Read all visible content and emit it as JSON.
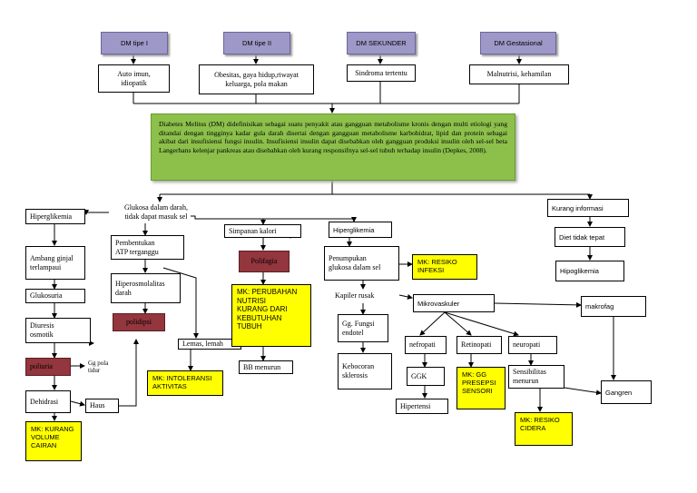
{
  "types": {
    "dm1": "DM tipe I",
    "dm2": "DM tipe II",
    "dm_sekunder": "DM SEKUNDER",
    "dm_gestasional": "DM Gestasional"
  },
  "causes": {
    "dm1": "Auto imun,\nidiopatik",
    "dm2": "Obesitas, gaya hidup,riwayat\nkeluarga, pola makan",
    "dm_sekunder": "Sindroma tertentu",
    "dm_gestasional": "Malnutrisi, kehamilan"
  },
  "definition": "Diabetes Melitus (DM) didefinisikan sebagai suatu penyakit atau gangguan metabolisme kronis dengan multi etiologi yang ditandai dengan tingginya kadar gula darah disertai dengan gangguan metabolisme karbohidrat, lipid dan protein sebagai akibat dari insufisiensi fungsi insulin. Insufisiensi insulin dapat disebabkan oleh gangguan produksi insulin oleh sel-sel beta Langerhans kelenjar pankreas atau disebabkan oleh kurang responsifnya sel-sel tubuh terhadap insulin (Depkes, 2008).",
  "nodes": {
    "glukosa": "Glukosa dalam darah,\ntidak dapat masuk sel",
    "hiperglikemia_left": "Hiperglikemia",
    "ambang": "Ambang ginjal\nterlampaui",
    "glukosuria": "Glukosuria",
    "diuresis": "Diuresis\nosmotik",
    "poliuria": "poliuria",
    "gg_pola_tidur": "Gg pola\ntidur",
    "dehidrasi": "Dehidrasi",
    "haus": "Haus",
    "mk_volume": "MK: KURANG\nVOLUME\nCAIRAN",
    "pembentukan_atp": "Pembentukan\nATP terganggu",
    "hiperosmolalitas": "Hiperosmolalitas\ndarah",
    "polidipsi": "polidipsi",
    "lemas": "Lemas, lemah",
    "mk_intoleransi": "MK: INTOLERANSI\nAKTIVITAS",
    "simpanan_kalori": "Simpanan kalori",
    "polifagia": "Polifagia",
    "mk_nutrisi": "MK: PERUBAHAN\nNUTRISI\nKURANG DARI\nKEBUTUHAN\nTUBUH",
    "bb_menurun": "BB menurun",
    "hiperglikemia_mid": "Hiperglikemia",
    "penumpukan": "Penumpukan\nglukosa dalam sel",
    "mk_infeksi": "MK: RESIKO\nINFEKSI",
    "kapiler": "Kapiler rusak",
    "mikrovaskuler": "Mikrovaskuler",
    "makrofag": "makrofag",
    "gg_fungsi": "Gg. Fungsi\nendotel",
    "kebocoran": "Kebocoran\nsklerosis",
    "nefropati": "nefropati",
    "retinopati": "Retinopati",
    "neuropati": "neuropati",
    "ggk": "GGK",
    "hipertensi": "Hipertensi",
    "mk_persepsi": "MK: GG\nPRESEPSI\nSENSORI",
    "sensibilitas": "Sensibilitas\nmenurun",
    "mk_cidera": "MK: RESIKO\nCIDERA",
    "gangren": "Gangren",
    "kurang_informasi": "Kurang informasi",
    "diet": "Diet tidak tepat",
    "hipoglikemia": "Hipoglikemia"
  },
  "colors": {
    "type_box": "#9e98c8",
    "definition_box": "#8cc04b",
    "mk_box": "#ffff00",
    "symptom_box": "#93363d"
  }
}
